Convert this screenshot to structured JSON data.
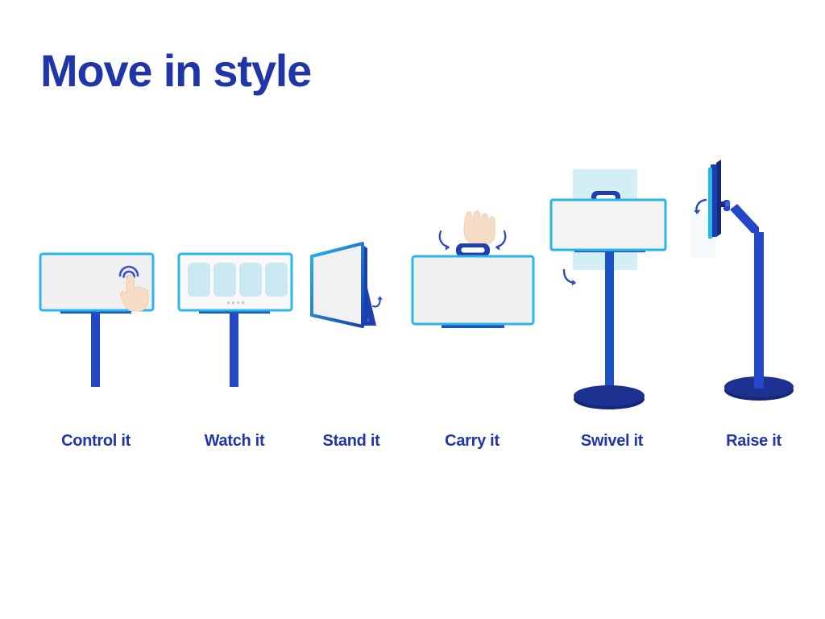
{
  "slide": {
    "background_color": "#ffffff",
    "title": "Move in style",
    "title_color": "#1f35a8"
  },
  "palette": {
    "deep_blue": "#1f35a8",
    "navy": "#17297e",
    "royal_blue": "#2446c8",
    "cyan": "#29b6e8",
    "light_cyan": "#bfe7f3",
    "screen_gray": "#f0f0f0",
    "skin": "#f6dcc4",
    "dot_gray": "#c9ccd3"
  },
  "features": [
    {
      "id": "control",
      "label": "Control it",
      "art_name": "monitor-touch-illustration",
      "icons": [
        "monitor-icon",
        "hand-pointer-icon",
        "touch-ripple-icon",
        "stand-pole-icon"
      ]
    },
    {
      "id": "watch",
      "label": "Watch it",
      "art_name": "monitor-content-illustration",
      "icons": [
        "monitor-icon",
        "content-cards-icon",
        "pagination-dots-icon",
        "stand-pole-icon"
      ],
      "content_cards": 4,
      "pagination_dots": 4
    },
    {
      "id": "stand",
      "label": "Stand it",
      "art_name": "monitor-kickstand-illustration",
      "icons": [
        "tilted-monitor-icon",
        "kickstand-icon",
        "curved-arrow-icon"
      ]
    },
    {
      "id": "carry",
      "label": "Carry it",
      "art_name": "monitor-handle-illustration",
      "icons": [
        "monitor-icon",
        "handle-icon",
        "hand-grip-icon",
        "curved-arrow-left-icon",
        "curved-arrow-right-icon"
      ]
    },
    {
      "id": "swivel",
      "label": "Swivel it",
      "art_name": "monitor-swivel-illustration",
      "icons": [
        "monitor-icon",
        "portrait-ghost-icon",
        "handle-icon",
        "stand-pole-icon",
        "round-base-icon",
        "rotation-arrow-icon"
      ]
    },
    {
      "id": "raise",
      "label": "Raise it",
      "art_name": "monitor-arm-illustration",
      "icons": [
        "monitor-side-icon",
        "articulated-arm-icon",
        "stand-pole-icon",
        "round-base-icon",
        "rotation-arrow-icon"
      ]
    }
  ]
}
